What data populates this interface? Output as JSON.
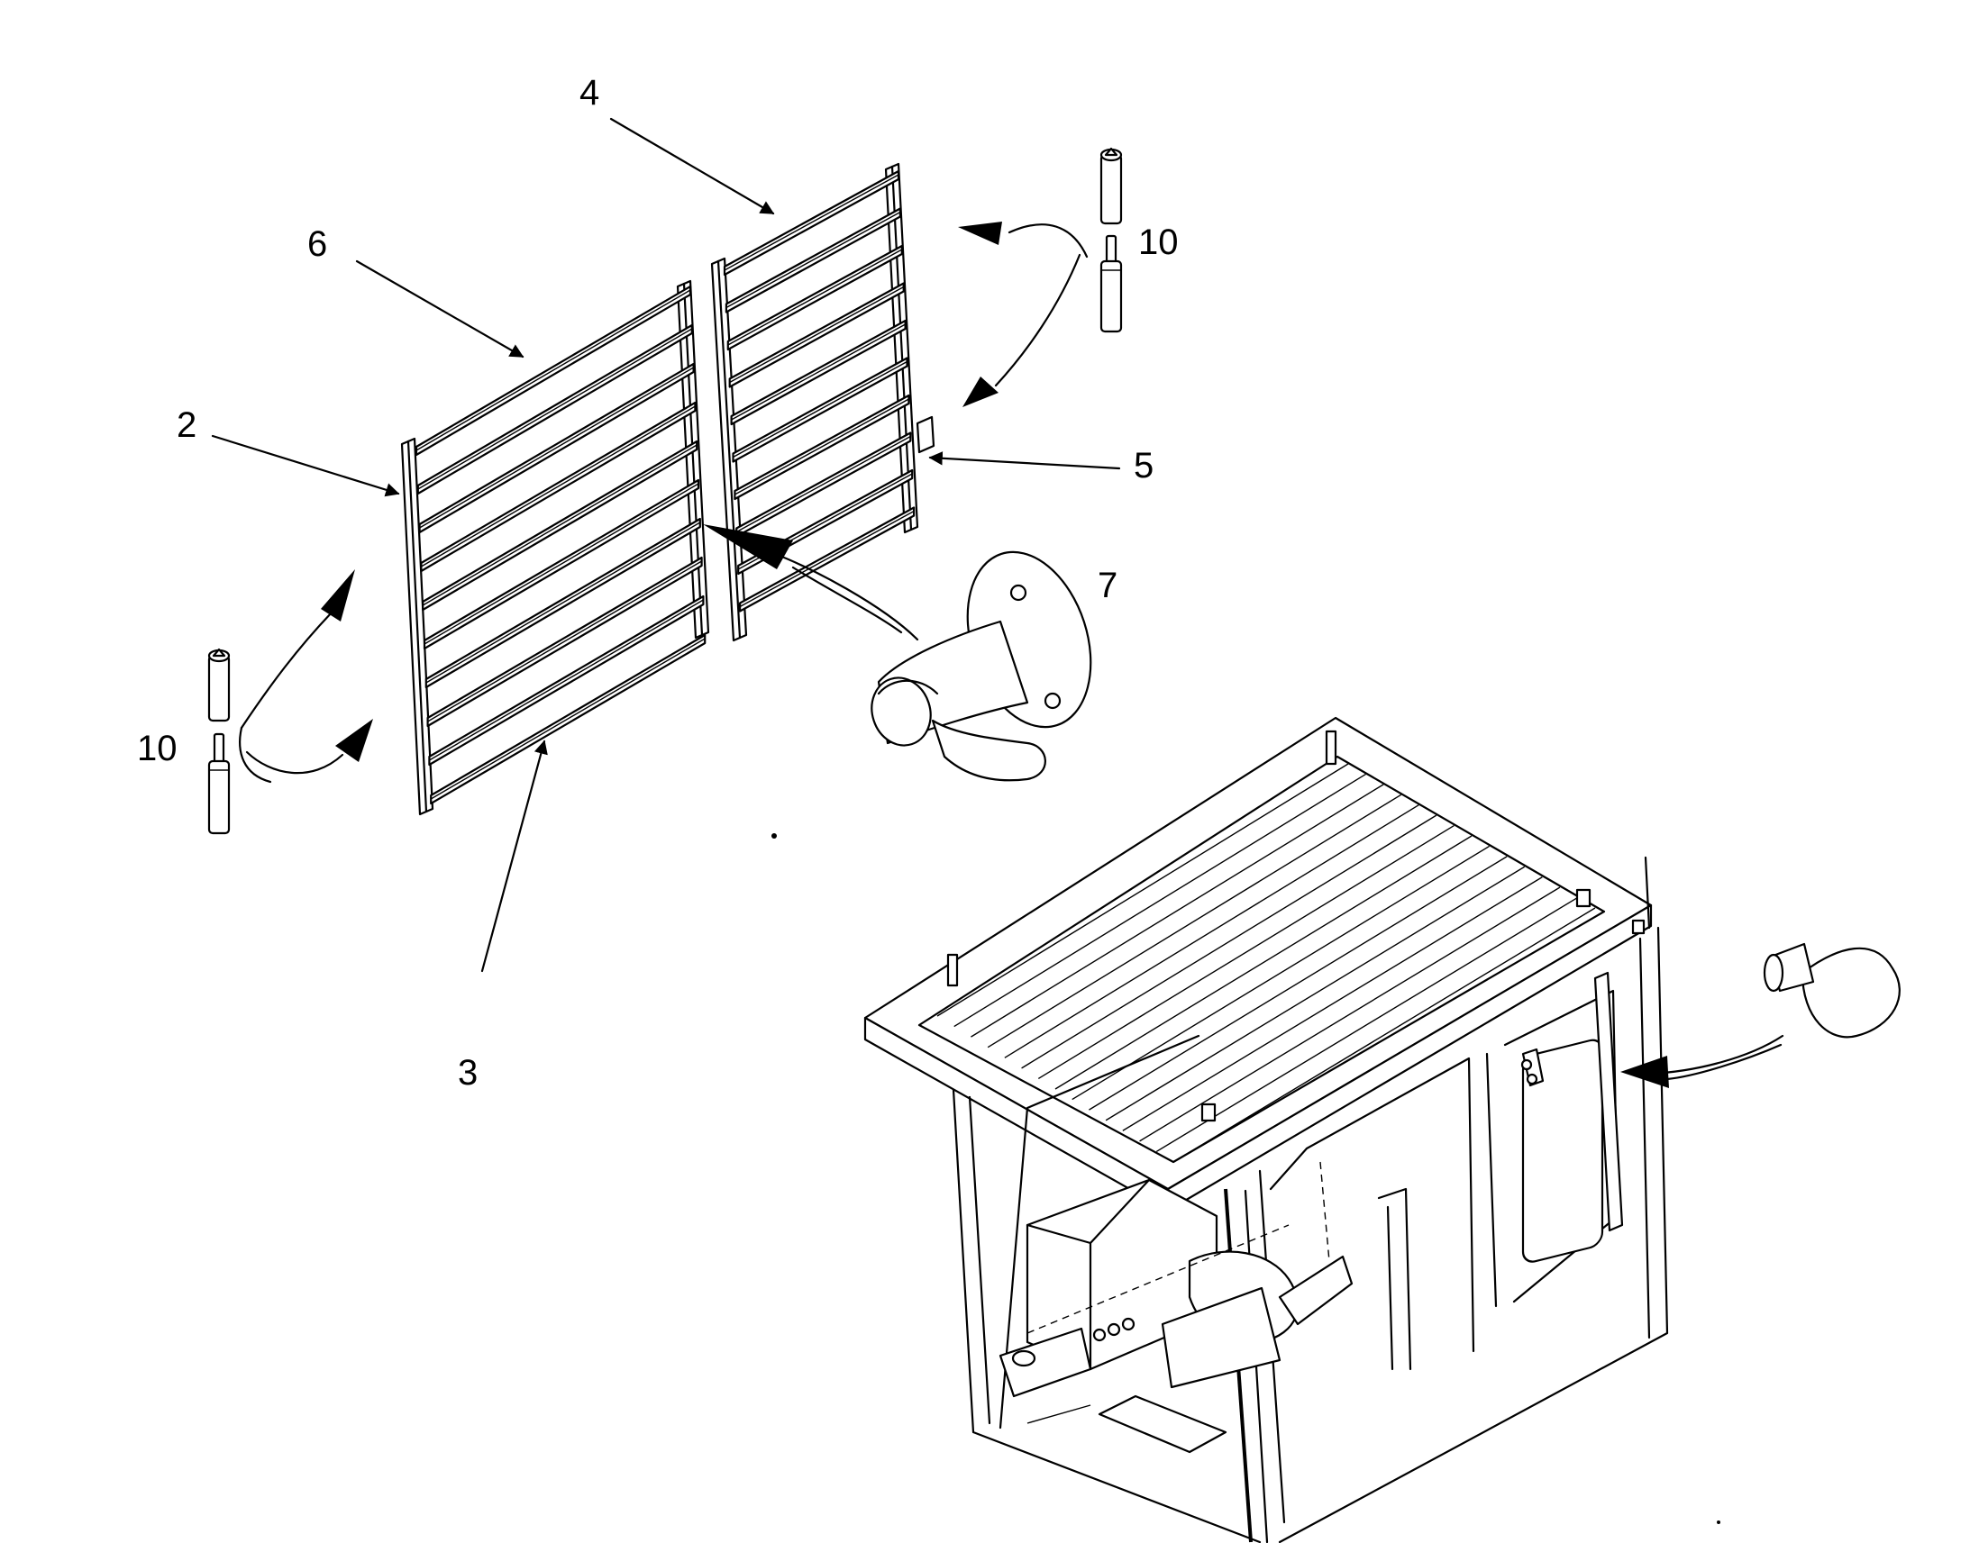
{
  "diagram": {
    "callouts": [
      {
        "id": "c4",
        "label": "4"
      },
      {
        "id": "c6",
        "label": "6"
      },
      {
        "id": "c10a",
        "label": "10"
      },
      {
        "id": "c2",
        "label": "2"
      },
      {
        "id": "c5",
        "label": "5"
      },
      {
        "id": "c7",
        "label": "7"
      },
      {
        "id": "c10b",
        "label": "10"
      },
      {
        "id": "c3",
        "label": "3"
      }
    ],
    "colors": {
      "ink": "#000000",
      "paper": "#ffffff"
    }
  }
}
